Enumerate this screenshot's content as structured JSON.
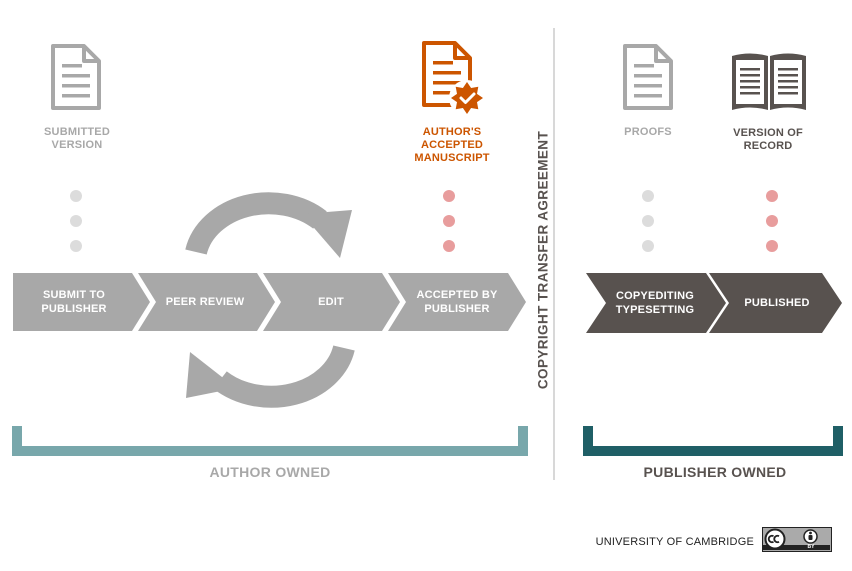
{
  "documents": {
    "submitted_version": "SUBMITTED VERSION",
    "authors_accepted_manuscript": "AUTHOR'S ACCEPTED MANUSCRIPT",
    "proofs": "PROOFS",
    "version_of_record": "VERSION OF RECORD"
  },
  "stages": {
    "submit": "SUBMIT TO PUBLISHER",
    "peer_review": "PEER REVIEW",
    "edit": "EDIT",
    "accepted": "ACCEPTED BY PUBLISHER",
    "copyediting": "COPYEDITING TYPESETTING",
    "published": "PUBLISHED"
  },
  "divider_label": "COPYRIGHT TRANSFER AGREEMENT",
  "ownership": {
    "author": "AUTHOR OWNED",
    "publisher": "PUBLISHER OWNED"
  },
  "footer": {
    "institution": "UNIVERSITY OF CAMBRIDGE",
    "license_badge_text": "BY"
  },
  "colors": {
    "grey_icon": "#a8a8a8",
    "orange_accent": "#cc5500",
    "author_chevron": "#a8a8a8",
    "publisher_chevron": "#58524f",
    "author_bracket": "#78a7ab",
    "publisher_bracket": "#1f5f66"
  }
}
